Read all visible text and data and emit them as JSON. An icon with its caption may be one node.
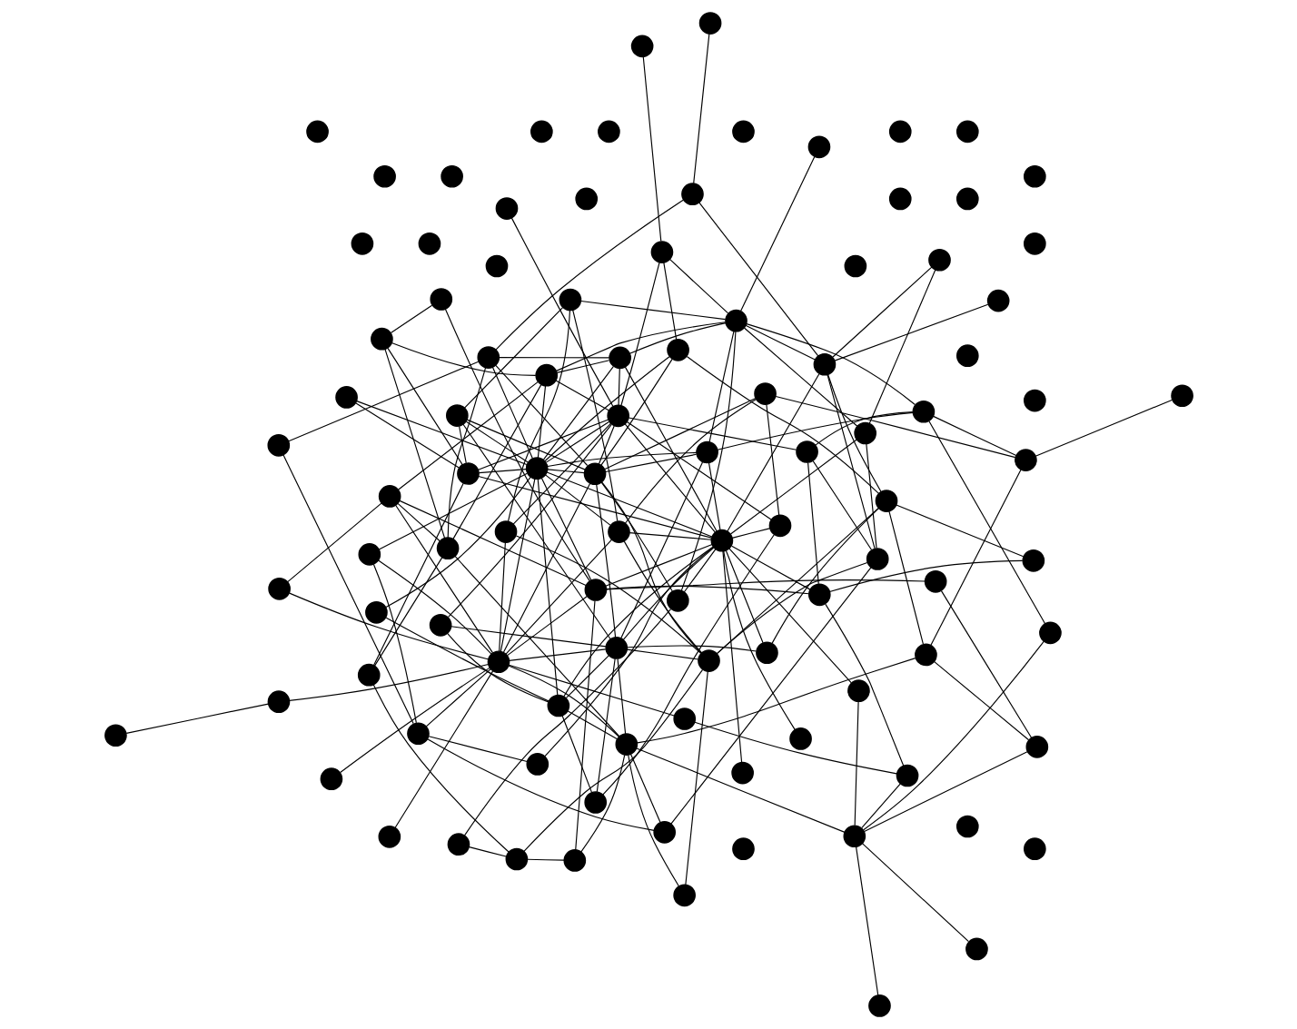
{
  "diagram": {
    "nodes": [
      {
        "text": [],
        "shape": "circle"
      },
      {
        "text": [],
        "shape": "circle"
      },
      {
        "text": [],
        "shape": "circle"
      },
      {
        "text": [],
        "shape": "circle"
      },
      {
        "text": [],
        "shape": "circle"
      },
      {
        "text": [],
        "shape": "circle"
      },
      {
        "text": [],
        "shape": "circle"
      },
      {
        "text": [],
        "shape": "circle"
      },
      {
        "text": [],
        "shape": "circle"
      },
      {
        "text": [],
        "shape": "circle"
      },
      {
        "text": [],
        "shape": "circle"
      },
      {
        "text": [],
        "shape": "circle"
      },
      {
        "text": [],
        "shape": "circle"
      },
      {
        "text": [],
        "shape": "circle"
      },
      {
        "text": [],
        "shape": "circle"
      },
      {
        "text": [],
        "shape": "circle"
      },
      {
        "text": [],
        "shape": "circle"
      },
      {
        "text": [],
        "shape": "circle"
      },
      {
        "text": [],
        "shape": "circle"
      },
      {
        "text": [],
        "shape": "circle"
      },
      {
        "text": [],
        "shape": "circle"
      },
      {
        "text": [],
        "shape": "circle"
      },
      {
        "text": [],
        "shape": "circle"
      },
      {
        "text": [],
        "shape": "circle"
      },
      {
        "text": [],
        "shape": "circle"
      },
      {
        "text": [],
        "shape": "circle"
      },
      {
        "text": [],
        "shape": "circle"
      },
      {
        "text": [],
        "shape": "circle"
      },
      {
        "text": [],
        "shape": "circle"
      },
      {
        "text": [],
        "shape": "circle"
      },
      {
        "text": [],
        "shape": "circle"
      },
      {
        "text": [],
        "shape": "circle"
      },
      {
        "text": [],
        "shape": "circle"
      },
      {
        "text": [],
        "shape": "circle"
      },
      {
        "text": [],
        "shape": "circle"
      },
      {
        "text": [],
        "shape": "circle"
      },
      {
        "text": [],
        "shape": "circle"
      },
      {
        "text": [],
        "shape": "circle"
      },
      {
        "text": [],
        "shape": "circle"
      },
      {
        "text": [],
        "shape": "circle"
      },
      {
        "text": [],
        "shape": "circle"
      },
      {
        "text": [],
        "shape": "circle"
      },
      {
        "text": [],
        "shape": "circle"
      },
      {
        "text": [],
        "shape": "circle"
      },
      {
        "text": [],
        "shape": "circle"
      },
      {
        "text": [],
        "shape": "circle"
      },
      {
        "text": [],
        "shape": "circle"
      },
      {
        "text": [],
        "shape": "circle"
      },
      {
        "text": [],
        "shape": "circle"
      },
      {
        "text": [],
        "shape": "circle"
      },
      {
        "text": [],
        "shape": "circle"
      },
      {
        "text": [],
        "shape": "circle"
      },
      {
        "text": [],
        "shape": "circle"
      },
      {
        "text": [],
        "shape": "circle"
      },
      {
        "text": [],
        "shape": "circle"
      },
      {
        "text": [],
        "shape": "circle"
      },
      {
        "text": [],
        "shape": "circle"
      },
      {
        "text": [],
        "shape": "circle"
      },
      {
        "text": [],
        "shape": "circle"
      },
      {
        "text": [],
        "shape": "circle"
      },
      {
        "text": [],
        "shape": "circle"
      },
      {
        "text": [],
        "shape": "circle"
      },
      {
        "text": [],
        "shape": "circle"
      },
      {
        "text": [],
        "shape": "circle"
      },
      {
        "text": [],
        "shape": "circle"
      },
      {
        "text": [],
        "shape": "circle"
      },
      {
        "text": [],
        "shape": "circle"
      },
      {
        "text": [],
        "shape": "circle"
      },
      {
        "text": [],
        "shape": "circle"
      },
      {
        "text": [],
        "shape": "circle"
      },
      {
        "text": [],
        "shape": "circle"
      },
      {
        "text": [],
        "shape": "circle"
      },
      {
        "text": [],
        "shape": "circle"
      },
      {
        "text": [],
        "shape": "circle"
      },
      {
        "text": [],
        "shape": "circle"
      },
      {
        "text": [],
        "shape": "circle"
      },
      {
        "text": [],
        "shape": "circle"
      },
      {
        "text": [],
        "shape": "circle"
      },
      {
        "text": [],
        "shape": "circle"
      },
      {
        "text": [],
        "shape": "circle"
      },
      {
        "text": [],
        "shape": "circle"
      },
      {
        "text": [],
        "shape": "circle"
      },
      {
        "text": [],
        "shape": "circle"
      },
      {
        "text": [],
        "shape": "circle"
      },
      {
        "text": [],
        "shape": "circle"
      },
      {
        "text": [],
        "shape": "circle"
      },
      {
        "text": [],
        "shape": "circle"
      },
      {
        "text": [],
        "shape": "circle"
      },
      {
        "text": [],
        "shape": "circle"
      },
      {
        "text": [],
        "shape": "circle"
      },
      {
        "text": [],
        "shape": "circle"
      },
      {
        "text": [],
        "shape": "circle"
      },
      {
        "text": [],
        "shape": "circle"
      },
      {
        "text": [],
        "shape": "circle"
      },
      {
        "text": [],
        "shape": "circle"
      },
      {
        "text": [],
        "shape": "circle"
      },
      {
        "text": [],
        "shape": "circle"
      },
      {
        "text": [],
        "shape": "circle"
      },
      {
        "text": [],
        "shape": "circle"
      },
      {
        "text": [],
        "shape": "circle"
      }
    ],
    "edges": [
      {
        "from": 0,
        "to": 14,
        "arrow": "none"
      },
      {
        "from": 0,
        "to": 27,
        "arrow": "none"
      },
      {
        "from": 0,
        "to": 20,
        "arrow": "none"
      },
      {
        "from": 0,
        "to": 16,
        "arrow": "none"
      },
      {
        "from": 0,
        "to": 71,
        "arrow": "none"
      },
      {
        "from": 0,
        "to": 47,
        "arrow": "none"
      },
      {
        "from": 0,
        "to": 48,
        "arrow": "none"
      },
      {
        "from": 6,
        "to": 16,
        "arrow": "none"
      },
      {
        "from": 6,
        "to": 25,
        "arrow": "none"
      },
      {
        "from": 6,
        "to": 39,
        "arrow": "none"
      },
      {
        "from": 6,
        "to": 56,
        "arrow": "none"
      },
      {
        "from": 6,
        "to": 24,
        "arrow": "none"
      },
      {
        "from": 1,
        "to": 18,
        "arrow": "none"
      },
      {
        "from": 1,
        "to": 51,
        "arrow": "none"
      },
      {
        "from": 1,
        "to": 75,
        "arrow": "none"
      },
      {
        "from": 1,
        "to": 85,
        "arrow": "none"
      },
      {
        "from": 1,
        "to": 93,
        "arrow": "none"
      },
      {
        "from": 1,
        "to": 61,
        "arrow": "none"
      },
      {
        "from": 1,
        "to": 99,
        "arrow": "none"
      },
      {
        "from": 1,
        "to": 83,
        "arrow": "none"
      },
      {
        "from": 2,
        "to": 94,
        "arrow": "none"
      },
      {
        "from": 2,
        "to": 18,
        "arrow": "none"
      },
      {
        "from": 7,
        "to": 36,
        "arrow": "none"
      },
      {
        "from": 7,
        "to": 59,
        "arrow": "none"
      },
      {
        "from": 7,
        "to": 80,
        "arrow": "none"
      },
      {
        "from": 17,
        "to": 98,
        "arrow": "none"
      },
      {
        "from": 17,
        "to": 90,
        "arrow": "none"
      },
      {
        "from": 17,
        "to": 71,
        "arrow": "none"
      },
      {
        "from": 17,
        "to": 85,
        "arrow": "none"
      },
      {
        "from": 17,
        "to": 43,
        "arrow": "none"
      },
      {
        "from": 17,
        "to": 62,
        "arrow": "none"
      },
      {
        "from": 30,
        "to": 44,
        "arrow": "none"
      },
      {
        "from": 30,
        "to": 61,
        "arrow": "none"
      },
      {
        "from": 13,
        "to": 93,
        "arrow": "none"
      },
      {
        "from": 13,
        "to": 78,
        "arrow": "none"
      },
      {
        "from": 13,
        "to": 83,
        "arrow": "none"
      },
      {
        "from": 13,
        "to": 56,
        "arrow": "none"
      },
      {
        "from": 18,
        "to": 28,
        "arrow": "none"
      },
      {
        "from": 18,
        "to": 29,
        "arrow": "none"
      },
      {
        "from": 28,
        "to": 73,
        "arrow": "none"
      },
      {
        "from": 28,
        "to": 71,
        "arrow": "none"
      },
      {
        "from": 25,
        "to": 41,
        "arrow": "none"
      },
      {
        "from": 25,
        "to": 44,
        "arrow": "none"
      },
      {
        "from": 25,
        "to": 75,
        "arrow": "none"
      },
      {
        "from": 24,
        "to": 90,
        "arrow": "none"
      },
      {
        "from": 24,
        "to": 98,
        "arrow": "none"
      },
      {
        "from": 24,
        "to": 93,
        "arrow": "none"
      },
      {
        "from": 24,
        "to": 85,
        "arrow": "none"
      },
      {
        "from": 24,
        "to": 39,
        "arrow": "none"
      },
      {
        "from": 29,
        "to": 59,
        "arrow": "none"
      },
      {
        "from": 29,
        "to": 80,
        "arrow": "none"
      },
      {
        "from": 33,
        "to": 27,
        "arrow": "none"
      },
      {
        "from": 33,
        "to": 96,
        "arrow": "none"
      },
      {
        "from": 27,
        "to": 44,
        "arrow": "none"
      },
      {
        "from": 44,
        "to": 90,
        "arrow": "none"
      },
      {
        "from": 44,
        "to": 73,
        "arrow": "none"
      },
      {
        "from": 46,
        "to": 39,
        "arrow": "none"
      },
      {
        "from": 46,
        "to": 36,
        "arrow": "none"
      },
      {
        "from": 46,
        "to": 41,
        "arrow": "none"
      },
      {
        "from": 46,
        "to": 52,
        "arrow": "none"
      },
      {
        "from": 46,
        "to": 90,
        "arrow": "none"
      },
      {
        "from": 46,
        "to": 98,
        "arrow": "none"
      },
      {
        "from": 36,
        "to": 39,
        "arrow": "none"
      },
      {
        "from": 36,
        "to": 41,
        "arrow": "none"
      },
      {
        "from": 36,
        "to": 98,
        "arrow": "none"
      },
      {
        "from": 36,
        "to": 59,
        "arrow": "none"
      },
      {
        "from": 31,
        "to": 36,
        "arrow": "none"
      },
      {
        "from": 31,
        "to": 96,
        "arrow": "none"
      },
      {
        "from": 31,
        "to": 73,
        "arrow": "none"
      },
      {
        "from": 31,
        "to": 59,
        "arrow": "none"
      },
      {
        "from": 32,
        "to": 7,
        "arrow": "none"
      },
      {
        "from": 32,
        "to": 73,
        "arrow": "none"
      },
      {
        "from": 43,
        "to": 41,
        "arrow": "none"
      },
      {
        "from": 43,
        "to": 85,
        "arrow": "none"
      },
      {
        "from": 42,
        "to": 98,
        "arrow": "none"
      },
      {
        "from": 42,
        "to": 17,
        "arrow": "none"
      },
      {
        "from": 37,
        "to": 39,
        "arrow": "none"
      },
      {
        "from": 37,
        "to": 95,
        "arrow": "none"
      },
      {
        "from": 37,
        "to": 41,
        "arrow": "none"
      },
      {
        "from": 37,
        "to": 35,
        "arrow": "none"
      },
      {
        "from": 34,
        "to": 90,
        "arrow": "none"
      },
      {
        "from": 40,
        "to": 41,
        "arrow": "none"
      },
      {
        "from": 39,
        "to": 38,
        "arrow": "none"
      },
      {
        "from": 39,
        "to": 92,
        "arrow": "none"
      },
      {
        "from": 39,
        "to": 94,
        "arrow": "none"
      },
      {
        "from": 39,
        "to": 89,
        "arrow": "none"
      },
      {
        "from": 39,
        "to": 54,
        "arrow": "none"
      },
      {
        "from": 41,
        "to": 98,
        "arrow": "none"
      },
      {
        "from": 41,
        "to": 93,
        "arrow": "none"
      },
      {
        "from": 41,
        "to": 90,
        "arrow": "none"
      },
      {
        "from": 41,
        "to": 78,
        "arrow": "none"
      },
      {
        "from": 41,
        "to": 80,
        "arrow": "none"
      },
      {
        "from": 45,
        "to": 85,
        "arrow": "none"
      },
      {
        "from": 45,
        "to": 93,
        "arrow": "none"
      },
      {
        "from": 45,
        "to": 80,
        "arrow": "none"
      },
      {
        "from": 45,
        "to": 98,
        "arrow": "none"
      },
      {
        "from": 45,
        "to": 54,
        "arrow": "none"
      },
      {
        "from": 47,
        "to": 53,
        "arrow": "none"
      },
      {
        "from": 48,
        "to": 90,
        "arrow": "none"
      },
      {
        "from": 52,
        "to": 93,
        "arrow": "none"
      },
      {
        "from": 52,
        "to": 98,
        "arrow": "none"
      },
      {
        "from": 52,
        "to": 59,
        "arrow": "none"
      },
      {
        "from": 52,
        "to": 67,
        "arrow": "none"
      },
      {
        "from": 52,
        "to": 72,
        "arrow": "none"
      },
      {
        "from": 51,
        "to": 71,
        "arrow": "none"
      },
      {
        "from": 53,
        "to": 71,
        "arrow": "none"
      },
      {
        "from": 53,
        "to": 61,
        "arrow": "none"
      },
      {
        "from": 54,
        "to": 83,
        "arrow": "none"
      },
      {
        "from": 55,
        "to": 98,
        "arrow": "none"
      },
      {
        "from": 55,
        "to": 80,
        "arrow": "none"
      },
      {
        "from": 56,
        "to": 53,
        "arrow": "none"
      },
      {
        "from": 56,
        "to": 69,
        "arrow": "none"
      },
      {
        "from": 57,
        "to": 96,
        "arrow": "none"
      },
      {
        "from": 59,
        "to": 71,
        "arrow": "none"
      },
      {
        "from": 61,
        "to": 92,
        "arrow": "none"
      },
      {
        "from": 61,
        "to": 95,
        "arrow": "none"
      },
      {
        "from": 61,
        "to": 88,
        "arrow": "none"
      },
      {
        "from": 62,
        "to": 85,
        "arrow": "none"
      },
      {
        "from": 62,
        "to": 78,
        "arrow": "none"
      },
      {
        "from": 65,
        "to": 96,
        "arrow": "none"
      },
      {
        "from": 65,
        "to": 31,
        "arrow": "none"
      },
      {
        "from": 66,
        "to": 90,
        "arrow": "none"
      },
      {
        "from": 63,
        "to": 92,
        "arrow": "none"
      },
      {
        "from": 67,
        "to": 84,
        "arrow": "none"
      },
      {
        "from": 72,
        "to": 68,
        "arrow": "none"
      },
      {
        "from": 72,
        "to": 92,
        "arrow": "none"
      },
      {
        "from": 70,
        "to": 73,
        "arrow": "none"
      },
      {
        "from": 70,
        "to": 47,
        "arrow": "none"
      },
      {
        "from": 71,
        "to": 77,
        "arrow": "none"
      },
      {
        "from": 71,
        "to": 85,
        "arrow": "none"
      },
      {
        "from": 71,
        "to": 96,
        "arrow": "none"
      },
      {
        "from": 73,
        "to": 90,
        "arrow": "none"
      },
      {
        "from": 73,
        "to": 96,
        "arrow": "none"
      },
      {
        "from": 73,
        "to": 98,
        "arrow": "none"
      },
      {
        "from": 75,
        "to": 77,
        "arrow": "none"
      },
      {
        "from": 75,
        "to": 92,
        "arrow": "none"
      },
      {
        "from": 75,
        "to": 89,
        "arrow": "none"
      },
      {
        "from": 77,
        "to": 84,
        "arrow": "none"
      },
      {
        "from": 78,
        "to": 90,
        "arrow": "none"
      },
      {
        "from": 79,
        "to": 92,
        "arrow": "none"
      },
      {
        "from": 79,
        "to": 89,
        "arrow": "none"
      },
      {
        "from": 80,
        "to": 90,
        "arrow": "none"
      },
      {
        "from": 80,
        "to": 98,
        "arrow": "none"
      },
      {
        "from": 82,
        "to": 57,
        "arrow": "none"
      },
      {
        "from": 81,
        "to": 98,
        "arrow": "none"
      },
      {
        "from": 81,
        "to": 84,
        "arrow": "none"
      },
      {
        "from": 81,
        "to": 96,
        "arrow": "none"
      },
      {
        "from": 83,
        "to": 90,
        "arrow": "none"
      },
      {
        "from": 83,
        "to": 96,
        "arrow": "none"
      },
      {
        "from": 83,
        "to": 98,
        "arrow": "none"
      },
      {
        "from": 84,
        "to": 86,
        "arrow": "none"
      },
      {
        "from": 84,
        "to": 96,
        "arrow": "none"
      },
      {
        "from": 85,
        "to": 90,
        "arrow": "none"
      },
      {
        "from": 85,
        "to": 93,
        "arrow": "none"
      },
      {
        "from": 85,
        "to": 88,
        "arrow": "none"
      },
      {
        "from": 85,
        "to": 96,
        "arrow": "none"
      },
      {
        "from": 86,
        "to": 90,
        "arrow": "none"
      },
      {
        "from": 88,
        "to": 90,
        "arrow": "none"
      },
      {
        "from": 89,
        "to": 90,
        "arrow": "none"
      },
      {
        "from": 90,
        "to": 98,
        "arrow": "none"
      },
      {
        "from": 90,
        "to": 92,
        "arrow": "none"
      },
      {
        "from": 90,
        "to": 94,
        "arrow": "none"
      },
      {
        "from": 91,
        "to": 96,
        "arrow": "none"
      },
      {
        "from": 93,
        "to": 96,
        "arrow": "none"
      },
      {
        "from": 93,
        "to": 98,
        "arrow": "none"
      },
      {
        "from": 93,
        "to": 94,
        "arrow": "none"
      },
      {
        "from": 93,
        "to": 95,
        "arrow": "none"
      },
      {
        "from": 95,
        "to": 98,
        "arrow": "none"
      },
      {
        "from": 97,
        "to": 96,
        "arrow": "none"
      },
      {
        "from": 96,
        "to": 98,
        "arrow": "none"
      },
      {
        "from": 96,
        "to": 99,
        "arrow": "none"
      },
      {
        "from": 99,
        "to": 41,
        "arrow": "none"
      },
      {
        "from": 99,
        "to": 54,
        "arrow": "none"
      }
    ]
  }
}
